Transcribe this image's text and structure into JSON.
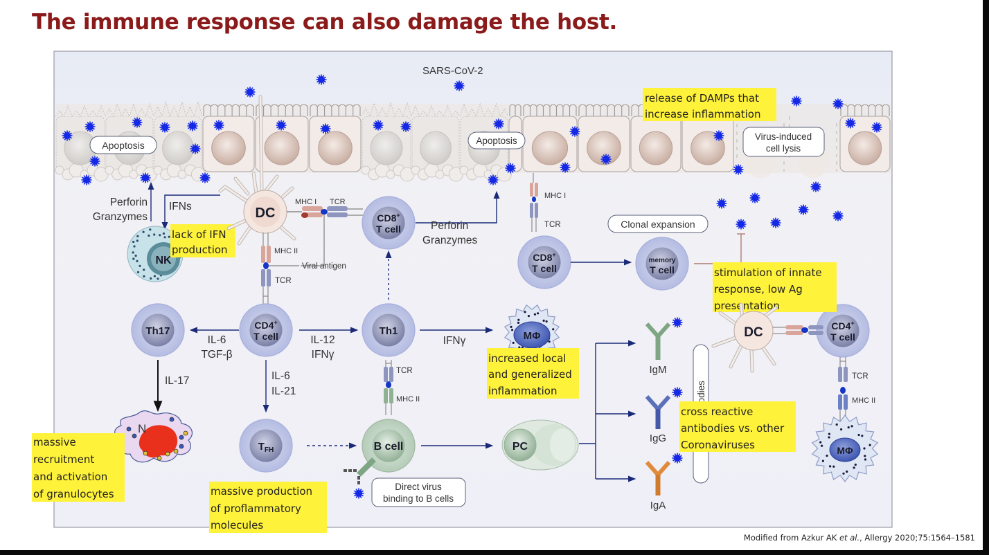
{
  "title": "The immune response can also damage the host.",
  "citation": {
    "prefix": "Modified from Azkur AK ",
    "etal": "et al.",
    "suffix": ", Allergy 2020;75:1564–1581"
  },
  "colors": {
    "title": "#8b1a1a",
    "highlight": "#fff23a",
    "virus": "#1428e6",
    "panel_bg": "#eeeef6",
    "arrow": "#1b2a78"
  },
  "diagram": {
    "virus_label": "SARS-CoV-2",
    "boxes": {
      "apoptosis_left": "Apoptosis",
      "apoptosis_mid": "Apoptosis",
      "virus_lysis_1": "Virus-induced",
      "virus_lysis_2": "cell  lysis",
      "clonal_expansion": "Clonal expansion",
      "direct_virus_1": "Direct virus",
      "direct_virus_2": "binding to B cells",
      "virus_antibodies": "Virus antibodies"
    },
    "cells": {
      "dc": "DC",
      "nk": "NK",
      "cd8_top_1": "CD8",
      "cd8_top_2": "T cell",
      "cd8_right_1": "CD8",
      "cd8_right_2": "T cell",
      "memory_1": "memory",
      "memory_2": "T cell",
      "th17": "Th17",
      "cd4_1": "CD4",
      "cd4_2": "T cell",
      "th1": "Th1",
      "mphi": "MΦ",
      "tfh": "T",
      "tfh_sub": "FH",
      "bcell": "B cell",
      "pc": "PC",
      "neutrophil": "N",
      "dc_right": "DC",
      "cd4_right_1": "CD4",
      "cd4_right_2": "T cell",
      "mphi_right": "MΦ",
      "plus": "+"
    },
    "labels": {
      "perforin_left_1": "Perforin",
      "perforin_left_2": "Granzymes",
      "ifns": "IFNs",
      "mhc1": "MHC I",
      "tcr_top": "TCR",
      "mhc2": "MHC II",
      "viral_antigen": "Viral antigen",
      "tcr_dc": "TCR",
      "perforin_mid_1": "Perforin",
      "perforin_mid_2": "Granzymes",
      "mhc1_right": "MHC I",
      "tcr_right": "TCR",
      "il6_tgf_1": "IL-6",
      "il6_tgf_2": "TGF-β",
      "il12_1": "IL-12",
      "il12_2": "IFNγ",
      "ifng": "IFNγ",
      "il17": "IL-17",
      "il6_il21_1": "IL-6",
      "il6_il21_2": "IL-21",
      "tcr_th1": "TCR",
      "mhc2_th1": "MHC II",
      "igm": "IgM",
      "igg": "IgG",
      "iga": "IgA",
      "tcr_far": "TCR",
      "mhc2_far": "MHC II"
    },
    "highlights": {
      "damps": [
        "release of DAMPs that",
        "increase inflammation"
      ],
      "ifn_lack": [
        "lack of IFN",
        "production"
      ],
      "innate": [
        "stimulation of innate",
        "response, low Ag",
        "presentation"
      ],
      "inflammation": [
        "increased local",
        "and generalized",
        "inflammation"
      ],
      "granulocytes": [
        "massive",
        "recruitment",
        "and activation",
        "of granulocytes"
      ],
      "proflammatory": [
        "massive production",
        "of proflammatory",
        "molecules"
      ],
      "cross_reactive": [
        "cross reactive",
        "antibodies vs. other",
        "Coronaviruses"
      ]
    }
  }
}
